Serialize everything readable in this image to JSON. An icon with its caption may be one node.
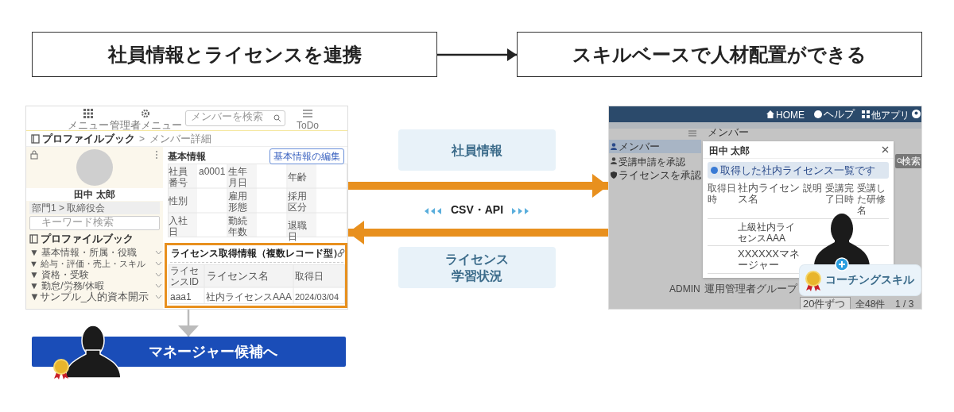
{
  "diagram": {
    "nodes": [
      {
        "text": [
          "社員情報とライセンスを連携"
        ]
      },
      {
        "text": [
          "スキルベースで人材配置ができる"
        ]
      },
      {
        "text": [],
        "shape": "picture"
      },
      {
        "text": [
          "ライセンス取得情報（複数レコード型）"
        ],
        "in": 2
      },
      {
        "text": [
          "社員情報"
        ]
      },
      {
        "text": [
          "ライセンス学習状況"
        ]
      },
      {
        "text": [],
        "shape": "picture"
      },
      {
        "text": [
          "コーチングスキル"
        ],
        "in": 6
      },
      {
        "text": [
          "マネージャー候補へ"
        ]
      }
    ],
    "edges": [
      {
        "from": 0,
        "to": 1,
        "arrow": "to",
        "color": "#222222"
      },
      {
        "from": 2,
        "to": 6,
        "arrow": "to",
        "style": "thick",
        "color": "#e8901e"
      },
      {
        "from": 6,
        "to": 2,
        "arrow": "to",
        "style": "thick",
        "color": "#e8901e"
      },
      {
        "from": 2,
        "to": 8,
        "arrow": "to",
        "color": "#bbbbbb"
      }
    ],
    "labels": [
      "メニュー",
      "管理者メニュー",
      "メンバーを検索",
      "ToDo",
      "プロファイルブック",
      ">",
      "メンバー詳細",
      "田中 太郎",
      "部門1 > 取締役会",
      "キーワード検索",
      "プロファイルブック",
      "▼ 基本情報・所属・役職",
      "▼ 給与・評価・売上・スキル",
      "▼ 資格・受験",
      "▼ 勤怠/労務/休暇",
      "▼サンプル_人的資本開示",
      "基本情報",
      "基本情報の編集",
      "社員番号",
      "a0001",
      "生年月日",
      "年齢",
      "性別",
      "雇用形態",
      "採用区分",
      "入社日",
      "勤続年数",
      "退職日",
      "ライセンスID",
      "ライセンス名",
      "取得日",
      "aaa1",
      "社内ライセンスAAA",
      "2024/03/04",
      "CSV・API",
      "HOME",
      "ヘルプ",
      "他アプリ",
      "メンバー",
      "メンバー",
      "受講申請を承認",
      "ライセンスを承認",
      "検索",
      "田中 太郎",
      "取得した社内ライセンス一覧です",
      "取得日時",
      "社内ライセンス名",
      "説明",
      "受講完了日時",
      "受講した研修名",
      "上級社内ライセンスAAA",
      "XXXXXXマネージャー",
      "ADMIN",
      "運用管理者グループ",
      "20件ずつ",
      "全48件",
      "1 / 3"
    ]
  }
}
